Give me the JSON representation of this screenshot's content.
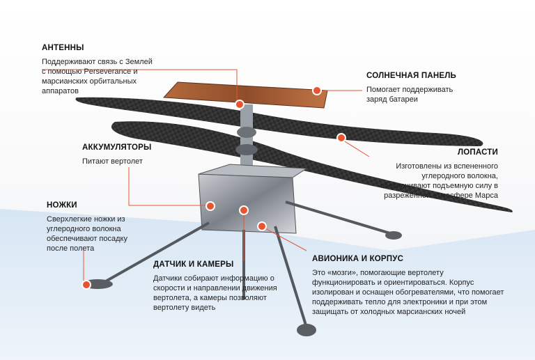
{
  "callouts": {
    "antennas": {
      "title": "АНТЕННЫ",
      "text": "Поддерживают связь с Землей с помощью Perseverance и марсианских орбитальных аппаратов"
    },
    "solar": {
      "title": "СОЛНЕЧНАЯ ПАНЕЛЬ",
      "text": "Помогает поддерживать заряд батареи"
    },
    "blades": {
      "title": "ЛОПАСТИ",
      "text": "Изготовлены из вспененного углеродного волокна, обеспечивают подъемную силу в разреженной атмосфере Марса"
    },
    "batteries": {
      "title": "АККУМУЛЯТОРЫ",
      "text": "Питают вертолет"
    },
    "legs": {
      "title": "НОЖКИ",
      "text": "Сверхлегкие ножки из углеродного волокна обеспечивают посадку после полета"
    },
    "sensors": {
      "title": "ДАТЧИК И КАМЕРЫ",
      "text": "Датчики собирают информацию о скорости и направлении движения вертолета, а камеры позволяют вертолету видеть"
    },
    "avionics": {
      "title": "АВИОНИКА И КОРПУС",
      "text": "Это «мозги», помогающие вертолету функционировать и ориентироваться. Корпус изолирован и оснащен обогревателями, что помогает поддерживать тепло для электроники и при этом защищать от холодных марсианских ночей"
    }
  },
  "colors": {
    "accent": "#e8542f",
    "line": "#e8542f",
    "floor": "#cddff0"
  }
}
